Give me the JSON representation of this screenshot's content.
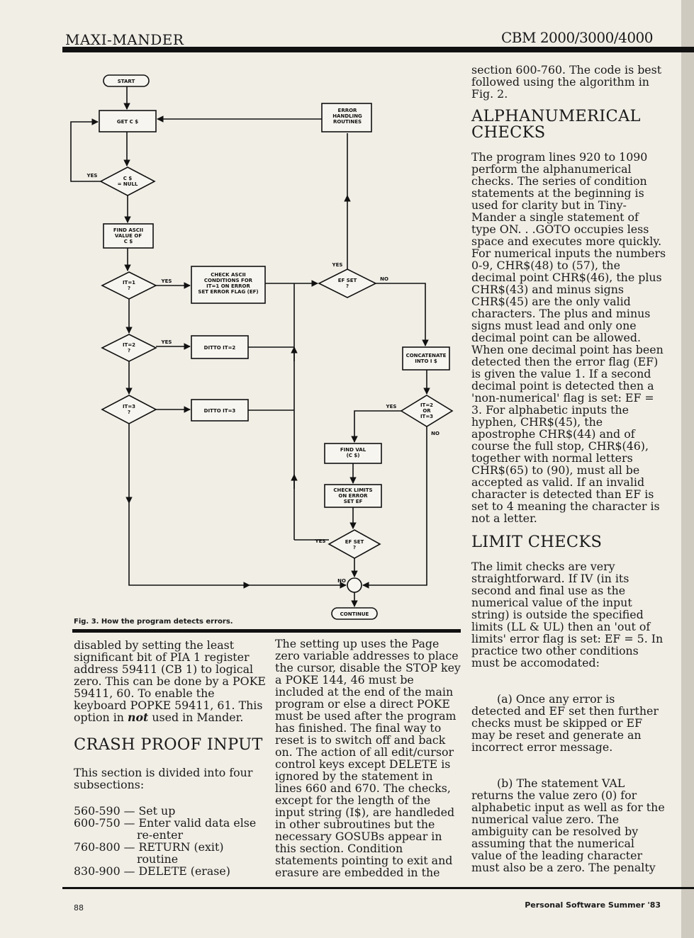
{
  "header": {
    "left": "MAXI-MANDER",
    "right": "CBM 2000/3000/4000"
  },
  "flowchart": {
    "start": "START",
    "get_c": "GET C $",
    "yes": "YES",
    "no": "NO",
    "c_null": [
      "C $",
      "= NULL"
    ],
    "find_ascii": [
      "FIND ASCII",
      "VALUE OF",
      "C $"
    ],
    "it1": [
      "IT=1",
      "?"
    ],
    "it2": [
      "IT=2",
      "?"
    ],
    "it3": [
      "IT=3",
      "?"
    ],
    "check_ascii": [
      "CHECK ASCII",
      "CONDITIONS FOR",
      "IT=1 ON ERROR",
      "SET ERROR FLAG (EF)"
    ],
    "ditto2": "DITTO IT=2",
    "ditto3": "DITTO IT=3",
    "error_handling": [
      "ERROR",
      "HANDLING",
      "ROUTINES"
    ],
    "ef_set": [
      "EF SET",
      "?"
    ],
    "concatenate": [
      "CONCATENATE",
      "INTO I $"
    ],
    "it2or3": [
      "IT=2",
      "OR",
      "IT=3"
    ],
    "find_val": [
      "FIND VAL",
      "(C $)"
    ],
    "check_limits": [
      "CHECK LIMITS",
      "ON ERROR",
      "SET EF"
    ],
    "ef_set2": [
      "EF SET",
      "?"
    ],
    "continue": "CONTINUE"
  },
  "figure_caption": "Fig. 3. How the program detects errors.",
  "col1": {
    "p1_a": "disabled by setting the least significant bit of PIA 1 register address 59411 (CB 1) to logical zero. This can be done by a POKE 59411, 60. To enable the keyboard POPKE 59411, 61. This option in ",
    "p1_em": "not",
    "p1_b": " used in Mander.",
    "heading": "CRASH PROOF INPUT",
    "p2": "This section is divided into four subsections:",
    "sub1": "560-590 — Set up",
    "sub2a": "600-750 — Enter valid data else",
    "sub2b": "re-enter",
    "sub3a": "760-800 — RETURN (exit)",
    "sub3b": "routine",
    "sub4": "830-900 — DELETE (erase)"
  },
  "col2": {
    "p1": "The setting up uses the Page zero variable addresses to place the cursor, disable the STOP key a POKE 144, 46 must be included at the end of the main program or else a direct POKE must be used after the program has finished. The final way to reset is to switch off and back on. The action of all edit/cursor control keys except DELETE is ignored by the statement in lines 660 and 670. The checks, except for the length of the input string (I$), are handleded in other subroutines but the necessary GOSUBs appear in this section. Condition statements pointing to exit and erasure are embedded in the"
  },
  "col3": {
    "p1": "section 600-760. The code is best followed using the algorithm in Fig. 2.",
    "h1a": "ALPHANUMERICAL",
    "h1b": "CHECKS",
    "p2": "The program lines 920 to 1090 perform the alphanumerical checks. The series of condition statements at the beginning is used for clarity but in Tiny-Mander a single statement of type ON. . .GOTO occupies less space and executes more quickly. For numerical inputs the numbers 0-9, CHR$(48) to (57), the decimal point CHR$(46), the plus CHR$(43) and minus signs CHR$(45) are the only valid characters. The plus and minus signs must lead and only one decimal point can be allowed. When one decimal point has been detected then the error flag (EF) is given the value 1. If a second decimal point is detected then a 'non-numerical' flag is set: EF = 3. For alphabetic inputs the hyphen, CHR$(45), the apostrophe CHR$(44) and of course the full stop, CHR$(46), together with normal letters CHR$(65) to (90), must all be accepted as valid. If an invalid character is detected than EF is set to 4 meaning the character is not a letter.",
    "h2": "LIMIT CHECKS",
    "p3": "The limit checks are very straightforward. If IV (in its second and final use as the numerical value of the input string) is outside the specified limits (LL & UL) then an 'out of limits' error flag is set: EF = 5. In practice two other conditions must be accomodated:",
    "p4": "(a) Once any error is detected and EF set then further checks must be skipped or EF may be reset and generate an incorrect error message.",
    "p5": "(b) The statement VAL returns the value zero (0) for alphabetic input as well as for the numerical value zero. The ambiguity can be resolved by assuming that the numerical value of the leading character must also be a zero. The penalty"
  },
  "footer": {
    "page": "88",
    "right": "Personal Software Summer '83"
  }
}
